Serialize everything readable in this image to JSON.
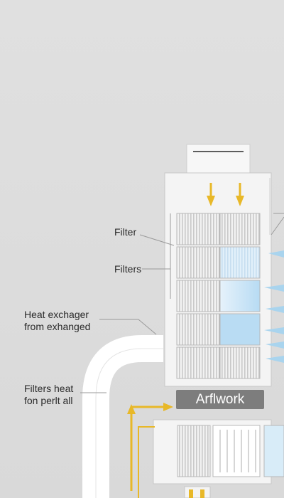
{
  "labels": {
    "filter": "Filter",
    "filters": "Filters",
    "heat_exchanger_line1": "Heat exchager",
    "heat_exchanger_line2": "from exhanged",
    "filters_heat_line1": "Filters heat",
    "filters_heat_line2": "fon perlt all",
    "airflow": "Arflwork"
  },
  "colors": {
    "background": "#dcdcdc",
    "unit_body": "#f4f4f4",
    "outline": "#c8c8c8",
    "duct": "#ffffff",
    "supply_arrow": "#e8b828",
    "intake_arrow": "#a9d4ee",
    "filter_cool": "#bfe0f5",
    "airflow_banner": "#7d7d7d"
  },
  "icons": {
    "down_arrows": "down-arrow-icon",
    "side_arrows": "left-arrow-icon",
    "return_arrow": "up-arrow-icon"
  }
}
